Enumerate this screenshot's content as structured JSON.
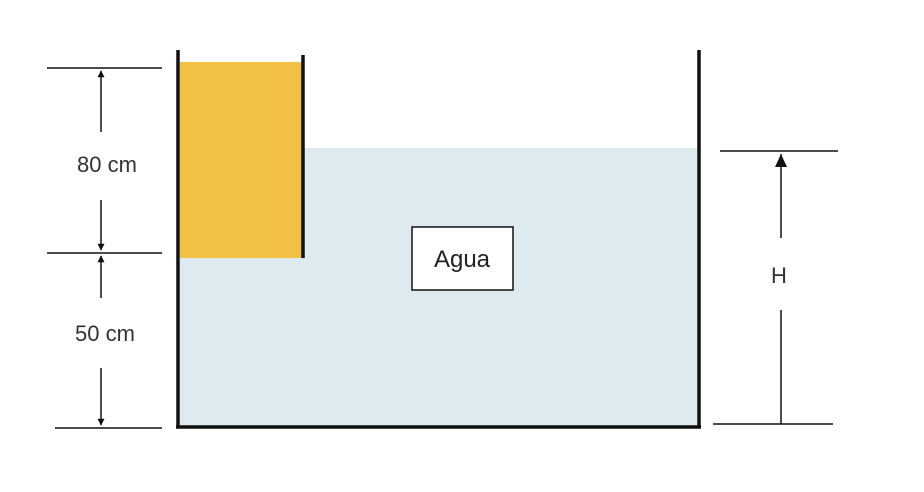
{
  "dimensions": {
    "upper": "80 cm",
    "lower": "50 cm",
    "water_height": "H"
  },
  "water_label": "Agua",
  "colors": {
    "water": "#DDEBF0",
    "fluid": "#F2C042",
    "wall": "#111111",
    "dimension_line": "#111111"
  }
}
